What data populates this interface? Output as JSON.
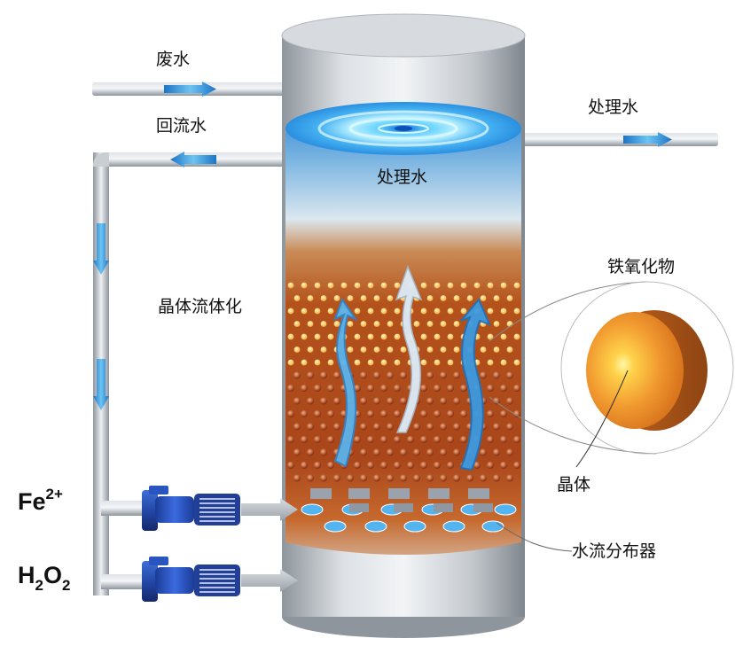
{
  "labels": {
    "wastewater": "废水",
    "reflux_water": "回流水",
    "treated_water_out": "处理水",
    "treated_water_in": "处理水",
    "crystal_fluidization": "晶体流体化",
    "iron_oxide": "铁氧化物",
    "crystal": "晶体",
    "water_distributor": "水流分布器"
  },
  "chemicals": {
    "fe_symbol": "Fe",
    "fe_charge": "2+",
    "h2o2_h": "H",
    "h2o2_sub1": "2",
    "h2o2_o": "O",
    "h2o2_sub2": "2"
  },
  "colors": {
    "pipe": "#a9b0b8",
    "vessel": "#b9bec4",
    "water_top": "#3aa7e8",
    "sludge": "#b8561e",
    "crystal_orange": "#f08a2a",
    "crystal_core": "#ffe45a",
    "flow_arrow": "#3b9ad9",
    "pump": "#1d3f9e"
  },
  "icons": [
    "pump-icon",
    "flow-arrow-icon",
    "crystal-sphere-icon"
  ]
}
